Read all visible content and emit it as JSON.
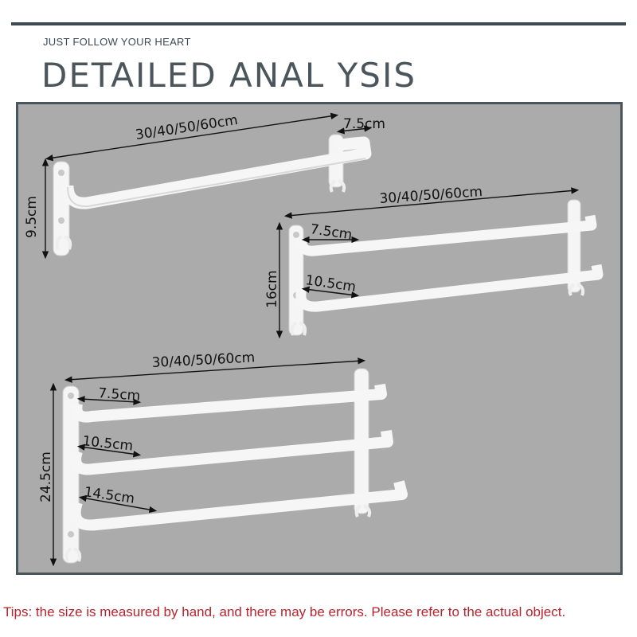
{
  "header": {
    "tagline": "JUST FOLLOW YOUR HEART",
    "title": "DETAILED ANAL YSIS"
  },
  "single_rack": {
    "length": "30/40/50/60cm",
    "depth": "7.5cm",
    "height": "9.5cm"
  },
  "double_rack": {
    "length": "30/40/50/60cm",
    "depth_1": "7.5cm",
    "depth_2": "10.5cm",
    "height": "16cm"
  },
  "triple_rack": {
    "length": "30/40/50/60cm",
    "depth_1": "7.5cm",
    "depth_2": "10.5cm",
    "depth_3": "14.5cm",
    "height": "24.5cm"
  },
  "footer": {
    "tips": "Tips: the size is measured by hand, and there may be errors. Please refer to the actual object."
  },
  "colors": {
    "panel_bg": "#ababab",
    "frame": "#4a555c",
    "rack_white": "#f6f6f6",
    "tips_red": "#b8242e"
  }
}
